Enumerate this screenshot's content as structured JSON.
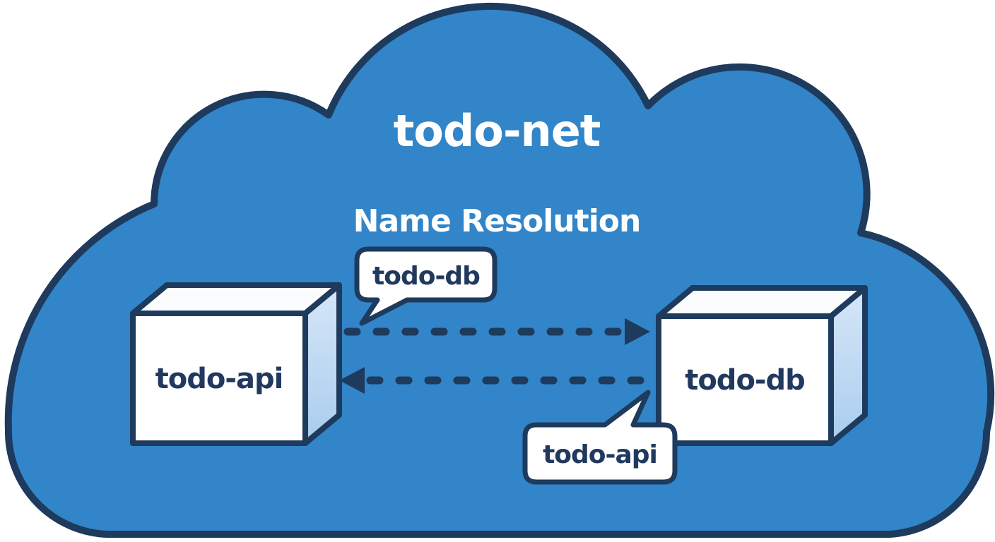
{
  "diagram": {
    "network_name": "todo-net",
    "subtitle": "Name Resolution",
    "nodes": [
      {
        "label": "todo-api"
      },
      {
        "label": "todo-db"
      }
    ],
    "speech_bubbles": [
      {
        "label": "todo-db"
      },
      {
        "label": "todo-api"
      }
    ],
    "edges": [
      {
        "from": "todo-api",
        "to": "todo-db",
        "style": "dashed-arrow"
      },
      {
        "from": "todo-db",
        "to": "todo-api",
        "style": "dashed-arrow"
      }
    ],
    "colors": {
      "cloud_fill": "#3185c8",
      "outline_navy": "#1e3a5c",
      "text_navy": "#21395f",
      "box_side_light_top": "#d6e6f8",
      "box_side_light_bottom": "#a9cdee",
      "face_white": "#ffffff",
      "background": "#ffffff"
    }
  }
}
